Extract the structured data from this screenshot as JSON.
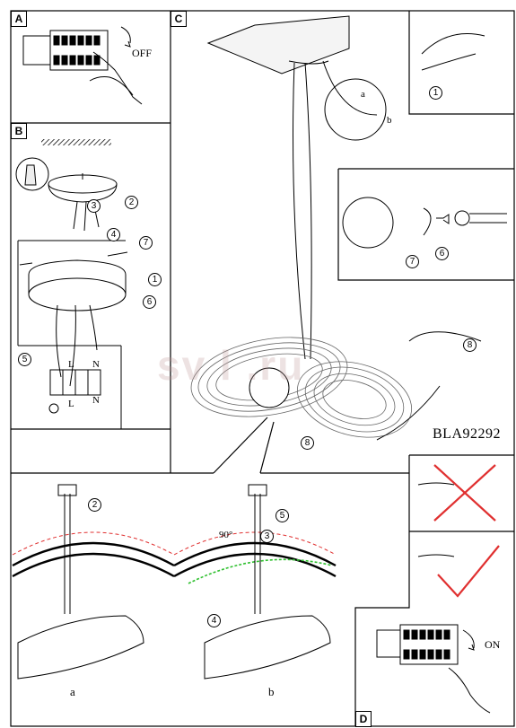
{
  "panels": {
    "a": {
      "tag": "A",
      "label": "OFF"
    },
    "b": {
      "tag": "B",
      "step_nums": [
        "2",
        "3",
        "4",
        "7",
        "1",
        "6",
        "5"
      ],
      "terminal_letters": [
        "L",
        "N",
        "L",
        "N"
      ]
    },
    "c": {
      "tag": "C",
      "step_nums": [
        "1",
        "7",
        "6",
        "8",
        "8"
      ],
      "hang_letters": [
        "a",
        "b"
      ],
      "model": "BLA92292"
    },
    "d": {
      "tag": "D",
      "label": "ON"
    },
    "detail": {
      "step_nums": [
        "2",
        "5",
        "3",
        "4"
      ],
      "angle": "90°",
      "sub_a": "a",
      "sub_b": "b"
    }
  },
  "watermark": "sv  l   .ru",
  "colors": {
    "dashed_red": "#e03030",
    "check_red": "#e03030",
    "green": "#30c030"
  }
}
